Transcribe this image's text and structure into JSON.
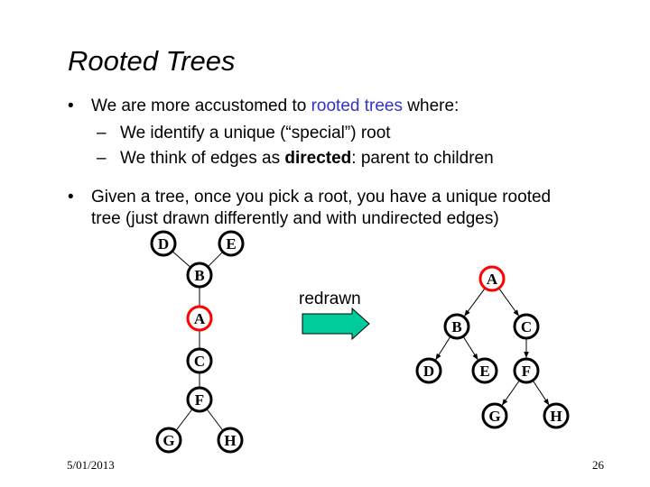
{
  "slide": {
    "title": "Rooted Trees",
    "bullet1": {
      "mark": "•",
      "before": "We are more accustomed to ",
      "link": "rooted trees",
      "after": " where:"
    },
    "sub1": {
      "mark": "–",
      "text": "We identify a unique (“special”) root"
    },
    "sub2": {
      "mark": "–",
      "before": "We think of edges as ",
      "bold": "directed",
      "after": ": parent to children"
    },
    "bullet2": {
      "mark": "•",
      "line1": "Given a tree, once you pick a root, you have a unique rooted",
      "line2": "tree (just drawn differently and with undirected edges)"
    },
    "redrawn_label": "redrawn",
    "footer": {
      "date": "5/01/2013",
      "page": "26"
    }
  },
  "colors": {
    "root_highlight": "#ff0000",
    "arrow_fill": "#00cc99",
    "link_text": "#3333cc"
  },
  "unrooted_tree": {
    "nodes": [
      "D",
      "E",
      "B",
      "A",
      "C",
      "F",
      "G",
      "H"
    ],
    "root": "A",
    "edges": [
      [
        "D",
        "B"
      ],
      [
        "E",
        "B"
      ],
      [
        "B",
        "A"
      ],
      [
        "A",
        "C"
      ],
      [
        "C",
        "F"
      ],
      [
        "F",
        "G"
      ],
      [
        "F",
        "H"
      ]
    ]
  },
  "rooted_tree": {
    "nodes": [
      "A",
      "B",
      "C",
      "D",
      "E",
      "F",
      "G",
      "H"
    ],
    "root": "A",
    "edges": [
      [
        "A",
        "B"
      ],
      [
        "A",
        "C"
      ],
      [
        "B",
        "D"
      ],
      [
        "B",
        "E"
      ],
      [
        "C",
        "F"
      ],
      [
        "F",
        "G"
      ],
      [
        "F",
        "H"
      ]
    ]
  }
}
